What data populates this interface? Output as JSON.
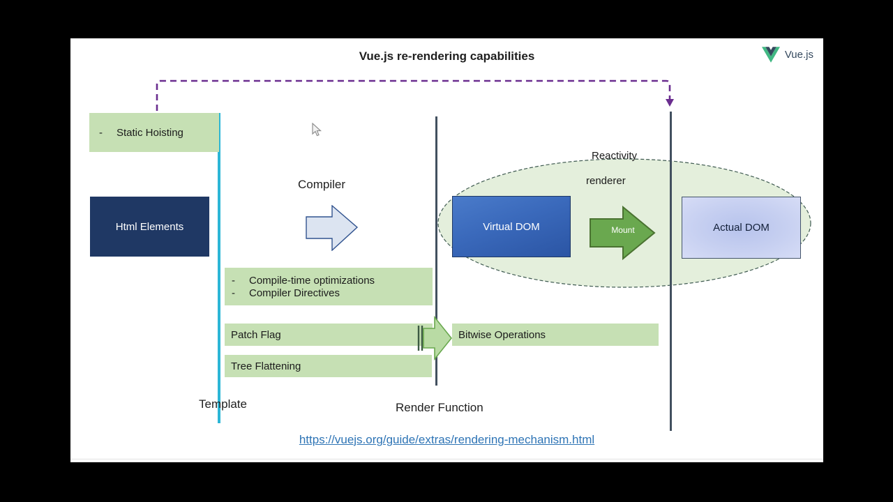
{
  "title": "Vue.js re-rendering capabilities",
  "logo": {
    "label": "Vue.js"
  },
  "colors": {
    "green_box": "#c6e0b4",
    "ellipse_fill": "#e4efdc",
    "navy_box": "#1f3864",
    "virtual_dom_blue": "#3a69bb",
    "actual_dom_lavender": "#c7d0f1",
    "mount_green": "#6aa84f",
    "cyan_lane": "#2cb6d6",
    "dark_lane": "#42505f",
    "purple_connector": "#6a2d8f",
    "link_blue": "#2e74b5"
  },
  "boxes": {
    "static_hoisting": {
      "bullet": "-",
      "label": "Static Hoisting"
    },
    "html_elements": {
      "label": "Html Elements"
    },
    "compiler": {
      "label": "Compiler"
    },
    "optimizations": {
      "items": [
        {
          "bullet": "-",
          "label": "Compile-time optimizations"
        },
        {
          "bullet": "-",
          "label": "Compiler Directives"
        }
      ]
    },
    "patch_flag": {
      "label": "Patch Flag"
    },
    "bitwise": {
      "label": "Bitwise Operations"
    },
    "tree_flattening": {
      "label": "Tree Flattening"
    },
    "virtual_dom": {
      "label": "Virtual DOM"
    },
    "actual_dom": {
      "label": "Actual DOM"
    },
    "mount": {
      "label": "Mount"
    },
    "reactivity": {
      "line1": "Reactivity",
      "line2": "renderer"
    }
  },
  "lanes": {
    "template_label": "Template",
    "render_function_label": "Render Function"
  },
  "link": {
    "text": "https://vuejs.org/guide/extras/rendering-mechanism.html"
  }
}
